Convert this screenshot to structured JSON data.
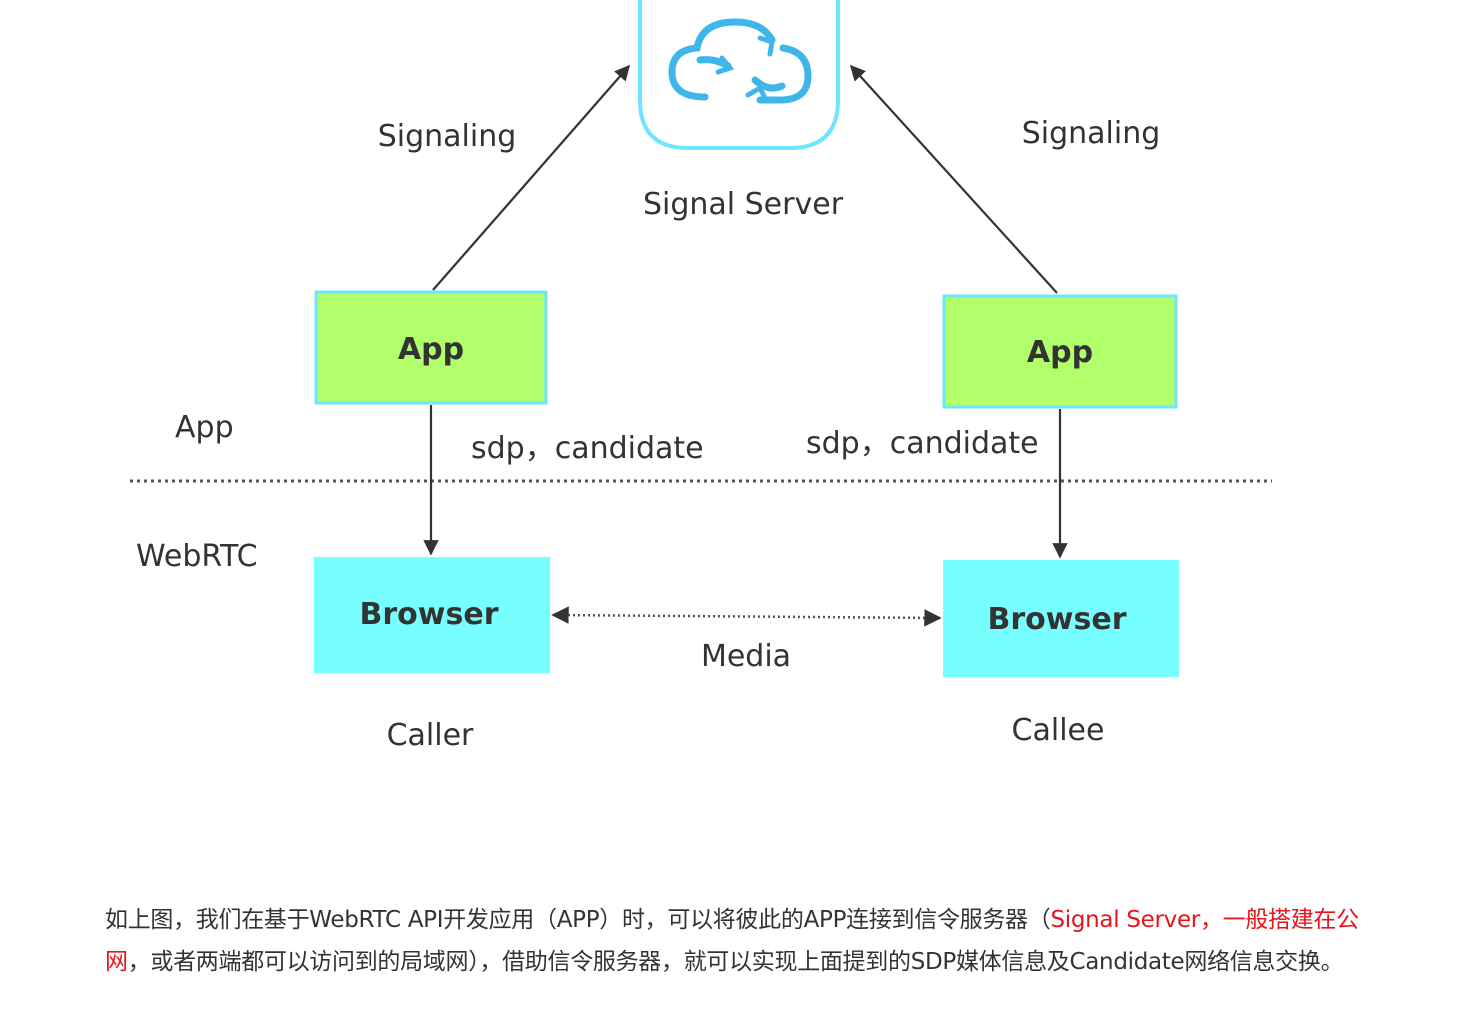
{
  "diagram": {
    "server_label": "Signal Server",
    "signaling_left": "Signaling",
    "signaling_right": "Signaling",
    "layer_app": "App",
    "layer_webrtc": "WebRTC",
    "app_left": "App",
    "app_right": "App",
    "browser_left": "Browser",
    "browser_right": "Browser",
    "sdp_left": "sdp，candidate",
    "sdp_right": "sdp，candidate",
    "media": "Media",
    "caller": "Caller",
    "callee": "Callee",
    "colors": {
      "app_fill": "#b0ff6b",
      "browser_fill": "#77ffff",
      "box_border": "#6fe6ff",
      "cloud": "#3fb6ea",
      "arrow": "#333333"
    },
    "icons": {
      "server": "cloud-sync-icon"
    }
  },
  "caption": {
    "part1": "如上图，我们在基于WebRTC API开发应用（APP）时，可以将彼此的APP连接到信令服务器（",
    "highlight": "Signal Server，一般搭建在公网",
    "part2": "，或者两端都可以访问到的局域网），借助信令服务器，就可以实现上面提到的SDP媒体信息及Candidate网络信息交换。"
  }
}
